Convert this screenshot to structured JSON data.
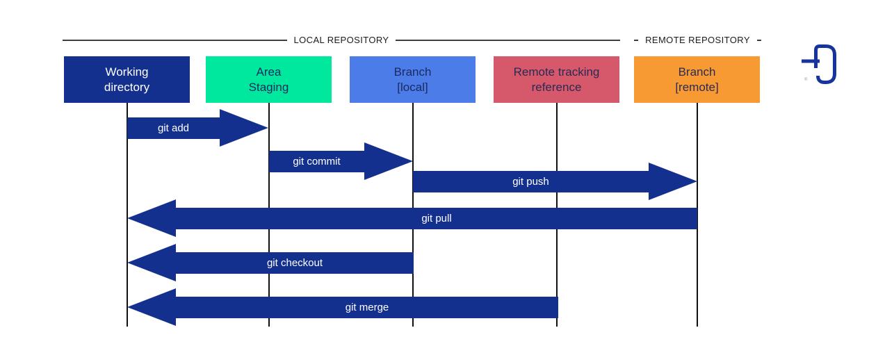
{
  "headers": {
    "local": "LOCAL REPOSITORY",
    "remote": "REMOTE REPOSITORY"
  },
  "columns": [
    {
      "id": "working-directory",
      "line1": "Working",
      "line2": "directory"
    },
    {
      "id": "staging-area",
      "line1": "Area",
      "line2": "Staging"
    },
    {
      "id": "branch-local",
      "line1": "Branch",
      "line2": "[local]"
    },
    {
      "id": "remote-tracking-reference",
      "line1": "Remote tracking",
      "line2": "reference"
    },
    {
      "id": "branch-remote",
      "line1": "Branch",
      "line2": "[remote]"
    }
  ],
  "arrows": [
    {
      "label": "git add",
      "direction": "right",
      "from": "working-directory",
      "to": "staging-area"
    },
    {
      "label": "git commit",
      "direction": "right",
      "from": "staging-area",
      "to": "branch-local"
    },
    {
      "label": "git push",
      "direction": "right",
      "from": "branch-local",
      "to": "branch-remote"
    },
    {
      "label": "git pull",
      "direction": "left",
      "from": "branch-remote",
      "to": "working-directory"
    },
    {
      "label": "git checkout",
      "direction": "left",
      "from": "branch-local",
      "to": "working-directory"
    },
    {
      "label": "git merge",
      "direction": "left",
      "from": "remote-tracking-reference",
      "to": "working-directory"
    }
  ],
  "logo": {
    "registered_mark": "®"
  },
  "colors": {
    "navy": "#14308F",
    "mint_green": "#00E89E",
    "cornflower_blue": "#4C7CE8",
    "rose_red": "#D5596B",
    "orange": "#F89A33",
    "lifeline_black": "#101010",
    "header_text": "#1A1A1A",
    "arrow_label_white": "#FFFFFF"
  }
}
